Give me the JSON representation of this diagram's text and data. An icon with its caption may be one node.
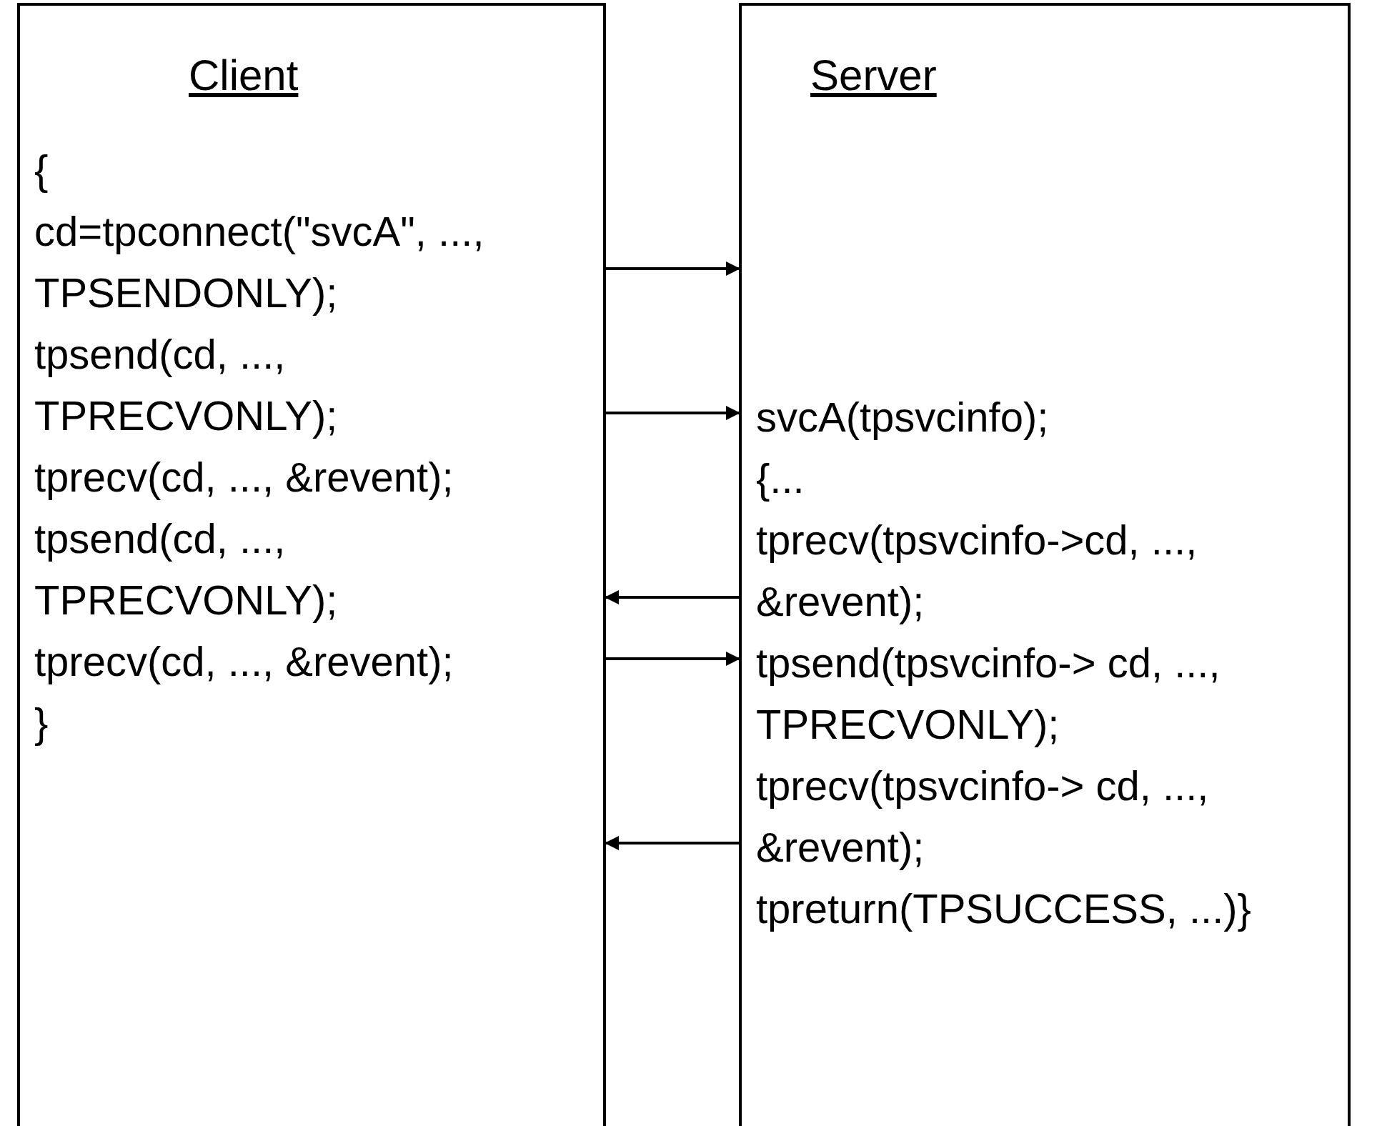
{
  "diagram": {
    "nodes": [
      {
        "text": [
          "Client",
          "{",
          "cd=tpconnect(\"svcA\", ..., TPSENDONLY);",
          "tpsend(cd, ..., TPRECVONLY);",
          "tprecv(cd, ..., &revent);",
          "tpsend(cd, ..., TPRECVONLY);",
          "tprecv(cd, ..., &revent);",
          "}"
        ]
      },
      {
        "text": [
          "Server",
          "svcA(tpsvcinfo);",
          "{...",
          "tprecv(tpsvcinfo->cd, ..., &revent);",
          "tpsend(tpsvcinfo-> cd, ..., TPRECVONLY);",
          "tprecv(tpsvcinfo-> cd, ..., &revent);",
          "tpreturn(TPSUCCESS, ...)}"
        ]
      }
    ],
    "edges": [
      {
        "from": 0,
        "to": 1,
        "arrow": "to"
      },
      {
        "from": 0,
        "to": 1,
        "arrow": "to"
      },
      {
        "from": 1,
        "to": 0,
        "arrow": "to"
      },
      {
        "from": 0,
        "to": 1,
        "arrow": "to"
      },
      {
        "from": 1,
        "to": 0,
        "arrow": "to"
      }
    ]
  }
}
